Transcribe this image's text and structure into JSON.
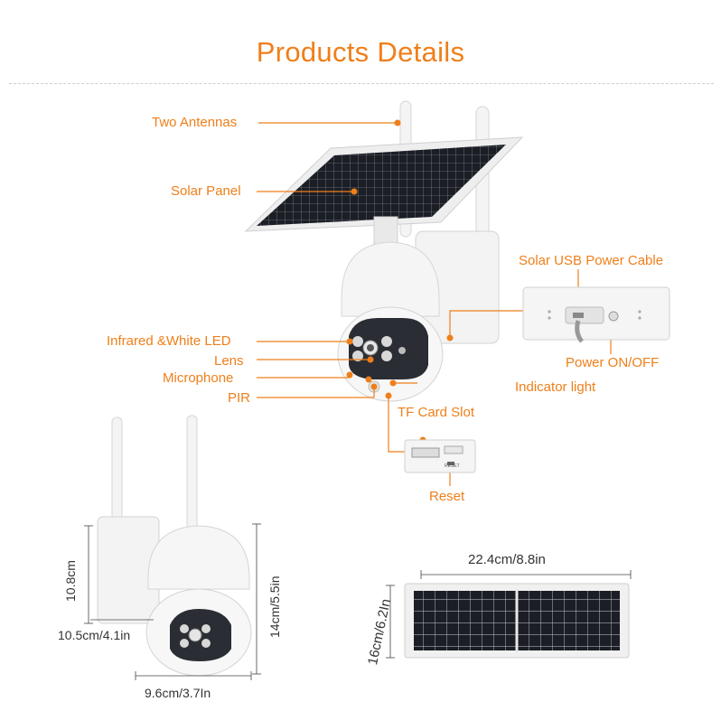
{
  "page": {
    "title": "Products Details"
  },
  "callouts": {
    "two_antennas": "Two Antennas",
    "solar_panel": "Solar Panel",
    "infrared_led": "Infrared &White LED",
    "lens": "Lens",
    "microphone": "Microphone",
    "pir": "PIR",
    "solar_usb_cable": "Solar USB Power Cable",
    "power_onoff": "Power ON/OFF",
    "indicator_light": "Indicator light",
    "tf_card_slot": "TF Card Slot",
    "reset": "Reset",
    "reset_small": "RESET"
  },
  "dimensions": {
    "camera_height_bracket": "10.8cm",
    "camera_depth": "10.5cm/4.1in",
    "camera_total_height": "14cm/5.5in",
    "camera_width": "9.6cm/3.7In",
    "panel_width": "22.4cm/8.8in",
    "panel_height": "16cm/6.2In"
  },
  "colors": {
    "accent": "#ef7f1a",
    "panel_cell": "#1c1f26",
    "housing": "#f2f2f2"
  }
}
